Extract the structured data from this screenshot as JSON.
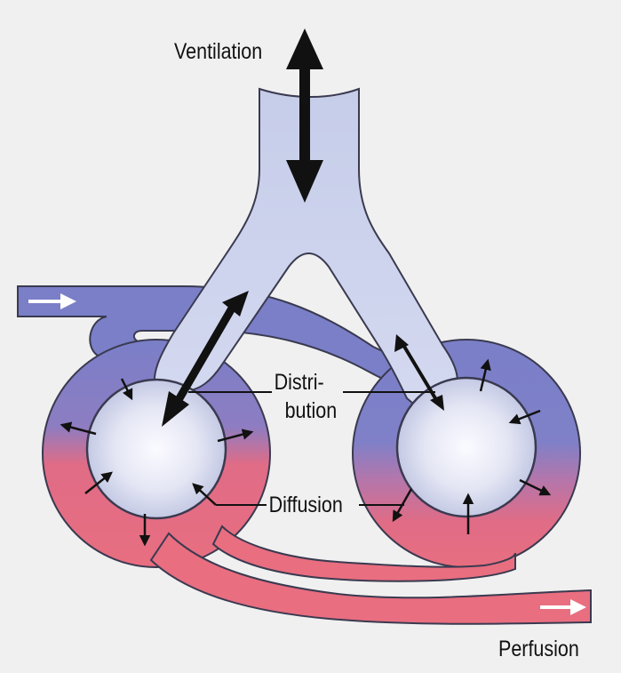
{
  "labels": {
    "ventilation": "Ventilation",
    "distribution_line1": "Distri-",
    "distribution_line2": "bution",
    "diffusion": "Diffusion",
    "perfusion": "Perfusion"
  },
  "colors": {
    "background": "#f0f0f0",
    "airway": "#c9d0ec",
    "alveolus_center": "#f6f6fc",
    "alveolus_edge": "#c4c9e4",
    "venous_blood": "#7a7fc8",
    "arterial_blood": "#e86e80",
    "outline": "#3a3a50",
    "arrow": "#111111",
    "flow_arrow": "#ffffff"
  }
}
